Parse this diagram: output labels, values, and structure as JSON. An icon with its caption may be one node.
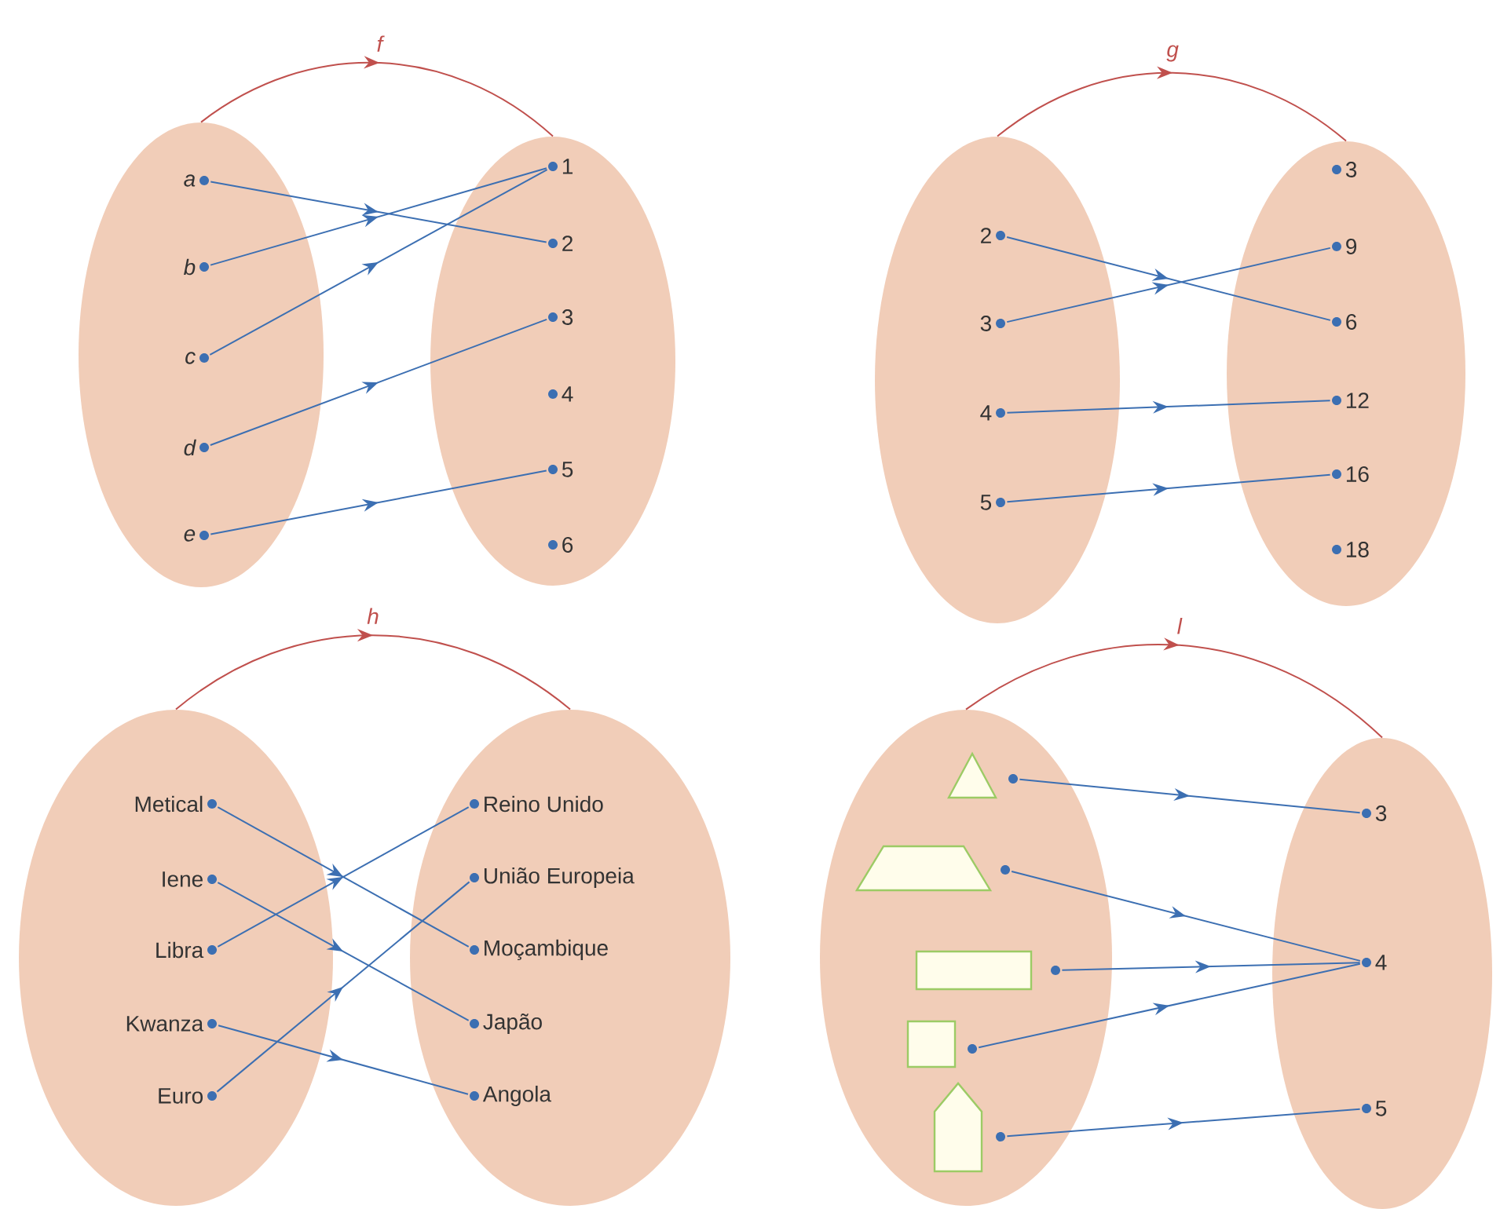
{
  "diagram": {
    "nodes": [
      {
        "text": [],
        "shape": "ellipse"
      },
      {
        "text": [
          "a"
        ],
        "in": 0
      },
      {
        "text": [
          "b"
        ],
        "in": 0
      },
      {
        "text": [
          "c"
        ],
        "in": 0
      },
      {
        "text": [
          "d"
        ],
        "in": 0
      },
      {
        "text": [
          "e"
        ],
        "in": 0
      },
      {
        "text": [],
        "shape": "ellipse"
      },
      {
        "text": [
          "1"
        ],
        "in": 6
      },
      {
        "text": [
          "2"
        ],
        "in": 6
      },
      {
        "text": [
          "3"
        ],
        "in": 6
      },
      {
        "text": [
          "4"
        ],
        "in": 6
      },
      {
        "text": [
          "5"
        ],
        "in": 6
      },
      {
        "text": [
          "6"
        ],
        "in": 6
      },
      {
        "text": [],
        "shape": "ellipse"
      },
      {
        "text": [
          "2"
        ],
        "in": 13
      },
      {
        "text": [
          "3"
        ],
        "in": 13
      },
      {
        "text": [
          "4"
        ],
        "in": 13
      },
      {
        "text": [
          "5"
        ],
        "in": 13
      },
      {
        "text": [],
        "shape": "ellipse"
      },
      {
        "text": [
          "3"
        ],
        "in": 18
      },
      {
        "text": [
          "9"
        ],
        "in": 18
      },
      {
        "text": [
          "6"
        ],
        "in": 18
      },
      {
        "text": [
          "12"
        ],
        "in": 18
      },
      {
        "text": [
          "16"
        ],
        "in": 18
      },
      {
        "text": [
          "18"
        ],
        "in": 18
      },
      {
        "text": [],
        "shape": "ellipse"
      },
      {
        "text": [
          "Metical"
        ],
        "in": 25
      },
      {
        "text": [
          "Iene"
        ],
        "in": 25
      },
      {
        "text": [
          "Libra"
        ],
        "in": 25
      },
      {
        "text": [
          "Kwanza"
        ],
        "in": 25
      },
      {
        "text": [
          "Euro"
        ],
        "in": 25
      },
      {
        "text": [],
        "shape": "ellipse"
      },
      {
        "text": [
          "Reino Unido"
        ],
        "in": 31
      },
      {
        "text": [
          "União Europeia"
        ],
        "in": 31
      },
      {
        "text": [
          "Moçambique"
        ],
        "in": 31
      },
      {
        "text": [
          "Japão"
        ],
        "in": 31
      },
      {
        "text": [
          "Angola"
        ],
        "in": 31
      },
      {
        "text": [],
        "shape": "ellipse"
      },
      {
        "text": [],
        "shape": "triangle",
        "in": 37
      },
      {
        "text": [],
        "shape": "trapezium",
        "in": 37
      },
      {
        "text": [],
        "shape": "rectangle",
        "in": 37
      },
      {
        "text": [],
        "shape": "square",
        "in": 37
      },
      {
        "text": [],
        "shape": "pentagon",
        "in": 37
      },
      {
        "text": [],
        "shape": "ellipse"
      },
      {
        "text": [
          "3"
        ],
        "in": 43
      },
      {
        "text": [
          "4"
        ],
        "in": 43
      },
      {
        "text": [
          "5"
        ],
        "in": 43
      }
    ],
    "edges": [
      {
        "from": 0,
        "to": 6,
        "arrow": "to",
        "label": "f",
        "color": "#c0504d"
      },
      {
        "from": 1,
        "to": 8,
        "arrow": "to"
      },
      {
        "from": 2,
        "to": 7,
        "arrow": "to"
      },
      {
        "from": 3,
        "to": 7,
        "arrow": "to"
      },
      {
        "from": 4,
        "to": 9,
        "arrow": "to"
      },
      {
        "from": 5,
        "to": 11,
        "arrow": "to"
      },
      {
        "from": 13,
        "to": 18,
        "arrow": "to",
        "label": "g",
        "color": "#c0504d"
      },
      {
        "from": 14,
        "to": 21,
        "arrow": "to"
      },
      {
        "from": 15,
        "to": 20,
        "arrow": "to"
      },
      {
        "from": 16,
        "to": 22,
        "arrow": "to"
      },
      {
        "from": 17,
        "to": 23,
        "arrow": "to"
      },
      {
        "from": 25,
        "to": 31,
        "arrow": "to",
        "label": "h",
        "color": "#c0504d"
      },
      {
        "from": 26,
        "to": 34,
        "arrow": "to"
      },
      {
        "from": 27,
        "to": 35,
        "arrow": "to"
      },
      {
        "from": 28,
        "to": 32,
        "arrow": "to"
      },
      {
        "from": 29,
        "to": 36,
        "arrow": "to"
      },
      {
        "from": 30,
        "to": 33,
        "arrow": "to"
      },
      {
        "from": 37,
        "to": 43,
        "arrow": "to",
        "label": "l",
        "color": "#c0504d"
      },
      {
        "from": 38,
        "to": 44,
        "arrow": "to"
      },
      {
        "from": 39,
        "to": 45,
        "arrow": "to"
      },
      {
        "from": 40,
        "to": 45,
        "arrow": "to"
      },
      {
        "from": 41,
        "to": 45,
        "arrow": "to"
      },
      {
        "from": 42,
        "to": 46,
        "arrow": "to"
      }
    ]
  }
}
